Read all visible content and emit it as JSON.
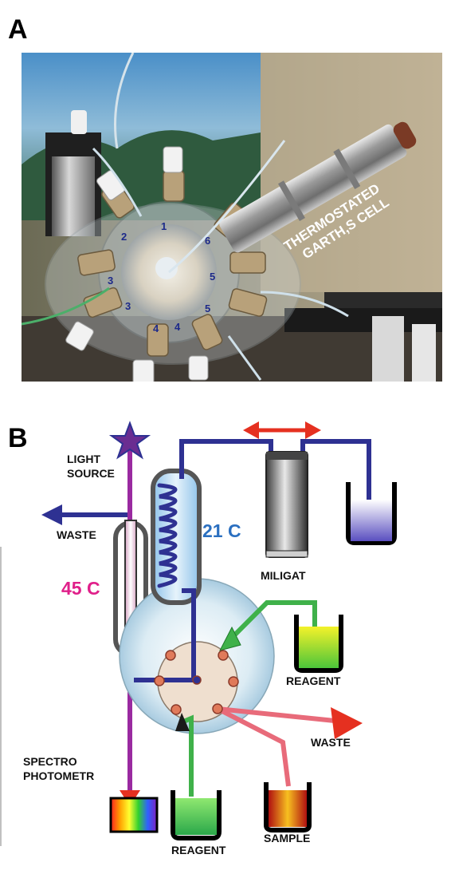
{
  "panels": {
    "a_label": "A",
    "b_label": "B"
  },
  "photo": {
    "cell_label_line1": "THERMOSTATED",
    "cell_label_line2": "GARTH,S CELL"
  },
  "valve_port_numbers": [
    "2",
    "1",
    "6",
    "5",
    "5",
    "4",
    "4",
    "3",
    "3"
  ],
  "diagram": {
    "light_source_line1": "LIGHT",
    "light_source_line2": "SOURCE",
    "waste_left": "WASTE",
    "temp_left": "45 C",
    "temp_coil": "21 C",
    "miligat": "MILIGAT",
    "reagent_right": "REAGENT",
    "waste_right": "WASTE",
    "spectro_line1": "SPECTRO",
    "spectro_line2": "PHOTOMETR",
    "reagent_bottom": "REAGENT",
    "sample": "SAMPLE"
  },
  "colors": {
    "temp_45": "#e0208a",
    "temp_21": "#2a6fc0",
    "light_path": "#9a2aa0",
    "tube_blue": "#2e3192",
    "green_line": "#3fb14a",
    "pink_line": "#e86b7a",
    "red_arrow": "#e53020",
    "star": "#6a2d91"
  }
}
